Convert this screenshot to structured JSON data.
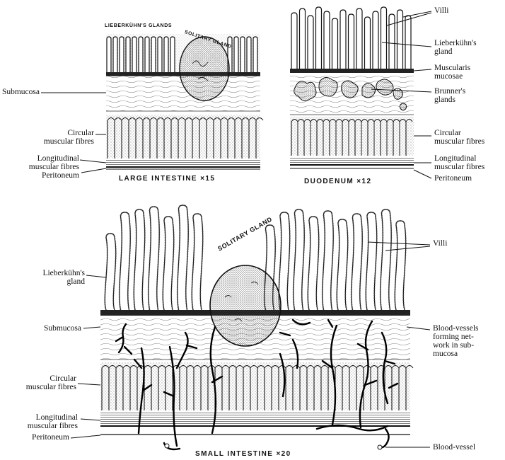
{
  "panel_large": {
    "caption": "LARGE INTESTINE ×15",
    "glands_label": "LIEBERKÜHN'S GLANDS",
    "solitary_label": "SOLITARY GLAND",
    "left_labels": {
      "submucosa": "Submucosa",
      "circular": "Circular\nmuscular fibres",
      "longitudinal": "Longitudinal\nmuscular fibres",
      "peritoneum": "Peritoneum"
    }
  },
  "panel_duodenum": {
    "caption": "DUODENUM ×12",
    "right_labels": {
      "villi": "Villi",
      "lieberkuhn": "Lieberkühn's\ngland",
      "muscularis": "Muscularis\nmucosae",
      "brunner": "Brunner's\nglands",
      "circular": "Circular\nmuscular fibres",
      "longitudinal": "Longitudinal\nmuscular fibres",
      "peritoneum": "Peritoneum"
    }
  },
  "panel_small": {
    "caption": "SMALL INTESTINE ×20",
    "solitary_label": "SOLITARY GLAND",
    "left_labels": {
      "lieberkuhn": "Lieberkühn's\ngland",
      "submucosa": "Submucosa",
      "circular": "Circular\nmuscular fibres",
      "longitudinal": "Longitudinal\nmuscular fibres",
      "peritoneum": "Peritoneum"
    },
    "right_labels": {
      "villi": "Villi",
      "blood_vessels": "Blood-vessels\nforming net-\nwork in sub-\nmucosa",
      "blood_vessel": "Blood-vessel"
    }
  }
}
